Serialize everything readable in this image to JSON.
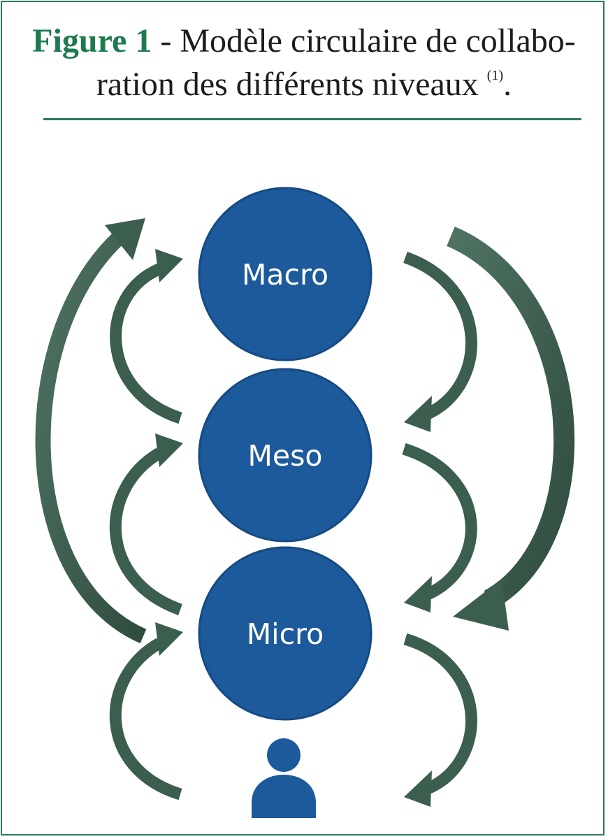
{
  "caption": {
    "label": "Figure 1",
    "line1": " - Modèle circulaire de collabo-",
    "line2": "ration des différents niveaux",
    "ref": "(1)",
    "end": "."
  },
  "levels": [
    {
      "label": "Macro"
    },
    {
      "label": "Meso"
    },
    {
      "label": "Micro"
    }
  ],
  "person": {
    "icon": "person-icon"
  },
  "colors": {
    "accent": "#1e7a4f",
    "circle": "#1c5a9c",
    "arrow": "#3b5e4e"
  }
}
